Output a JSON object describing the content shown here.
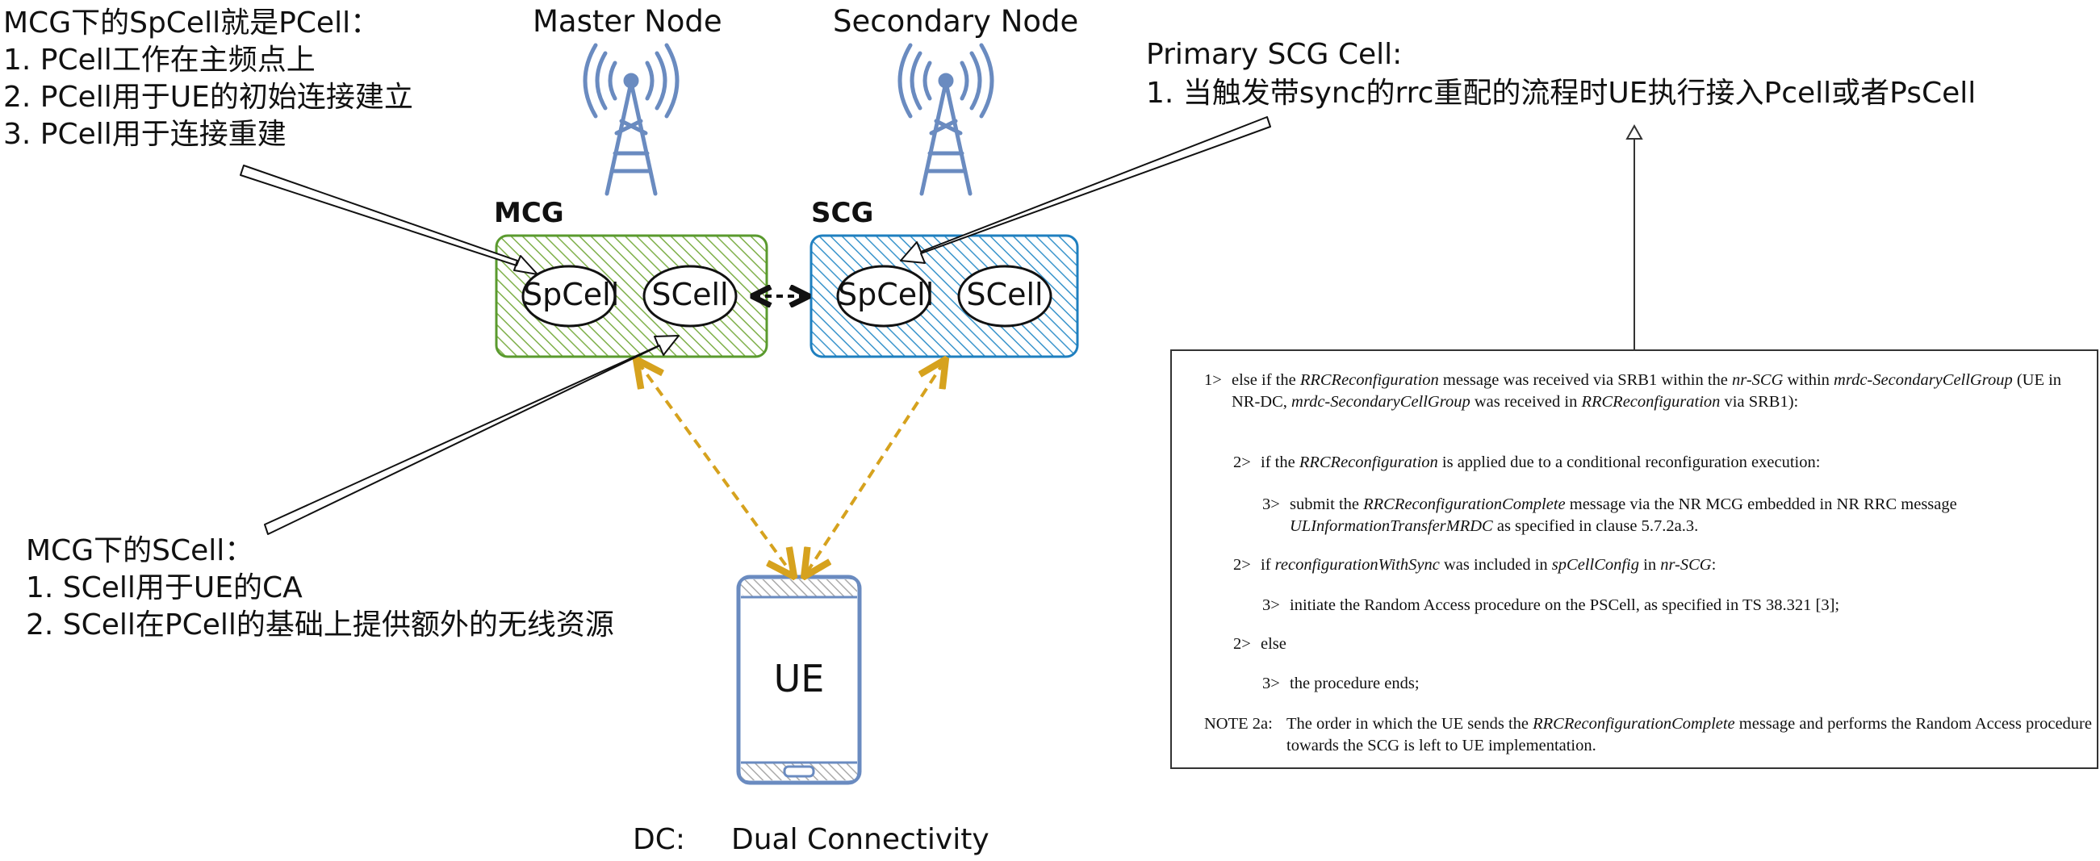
{
  "mcg_note": {
    "title": "MCG下的SpCell就是PCell：",
    "items": [
      "1. PCell工作在主频点上",
      "2. PCell用于UE的初始连接建立",
      "3. PCell用于连接重建"
    ]
  },
  "scell_note": {
    "title": "MCG下的SCell：",
    "items": [
      "1. SCell用于UE的CA",
      "2. SCell在PCell的基础上提供额外的无线资源"
    ]
  },
  "pscell_note": {
    "title": "Primary SCG Cell:",
    "items": [
      "1. 当触发带sync的rrc重配的流程时UE执行接入Pcell或者PsCell"
    ]
  },
  "nodes": {
    "master": "Master Node",
    "secondary": "Secondary Node"
  },
  "groups": {
    "mcg": {
      "label": "MCG",
      "cells": [
        "SpCell",
        "SCell"
      ]
    },
    "scg": {
      "label": "SCG",
      "cells": [
        "SpCell",
        "SCell"
      ]
    }
  },
  "ue": {
    "label": "UE"
  },
  "footer": {
    "abbr": "DC:",
    "full": "Dual Connectivity"
  },
  "spec": {
    "l1": {
      "marker": "1>",
      "t1": "else if the ",
      "i1": "RRCReconfiguration",
      "t2": " message was received via SRB1 within the ",
      "i2": "nr-SCG",
      "t3": " within ",
      "i3": "mrdc-SecondaryCellGroup",
      "t4": " (UE in NR-DC, ",
      "i4": "mrdc-SecondaryCellGroup",
      "t5": " was received in ",
      "i5": "RRCReconfiguration",
      "t6": " via SRB1):"
    },
    "l2": {
      "marker": "2>",
      "t1": "if the ",
      "i1": "RRCReconfiguration",
      "t2": " is applied due to a conditional reconfiguration execution:"
    },
    "l3": {
      "marker": "3>",
      "t1": "submit the ",
      "i1": "RRCReconfigurationComplete",
      "t2": " message via the NR MCG embedded in NR RRC message ",
      "i2": "ULInformationTransferMRDC",
      "t3": " as specified in clause 5.7.2a.3."
    },
    "l4": {
      "marker": "2>",
      "t1": "if ",
      "i1": "reconfigurationWithSync",
      "t2": " was included in ",
      "i2": "spCellConfig",
      "t3": " in ",
      "i3": "nr-SCG",
      "t4": ":"
    },
    "l5": {
      "marker": "3>",
      "t1": "initiate the Random Access procedure on the PSCell, as specified in TS 38.321 [3];"
    },
    "l6": {
      "marker": "2>",
      "t1": "else"
    },
    "l7": {
      "marker": "3>",
      "t1": "the procedure ends;"
    },
    "note": {
      "marker": "NOTE 2a:",
      "t1": "The order in which the UE sends the ",
      "i1": "RRCReconfigurationComplete",
      "t2": " message and performs the Random Access procedure towards the SCG is left to UE implementation."
    }
  },
  "colors": {
    "mcg_green": "#5a9a2e",
    "scg_blue": "#1f7fbf",
    "tower_blue": "#6a8bc0",
    "link_gold": "#d6a21e",
    "ue_blue": "#6a8bc0"
  }
}
